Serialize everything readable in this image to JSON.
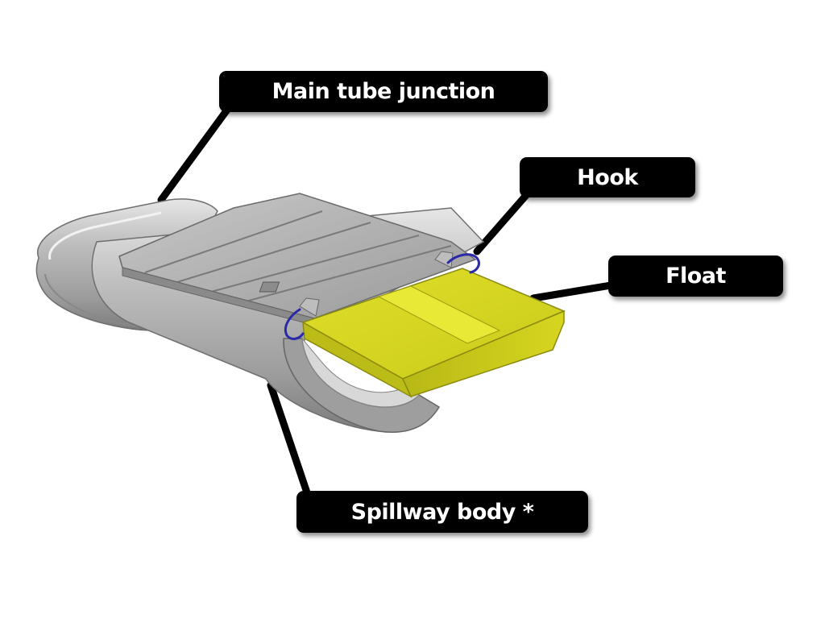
{
  "labels": {
    "main_tube_junction": "Main tube junction",
    "hook": "Hook",
    "float": "Float",
    "spillway_body": "Spillway body *"
  },
  "colors": {
    "label_background": "#000000",
    "label_text": "#ffffff",
    "body_gray": "#a8a8a8",
    "float_yellow": "#d4d41e",
    "hook_blue": "#2a2aa8"
  }
}
